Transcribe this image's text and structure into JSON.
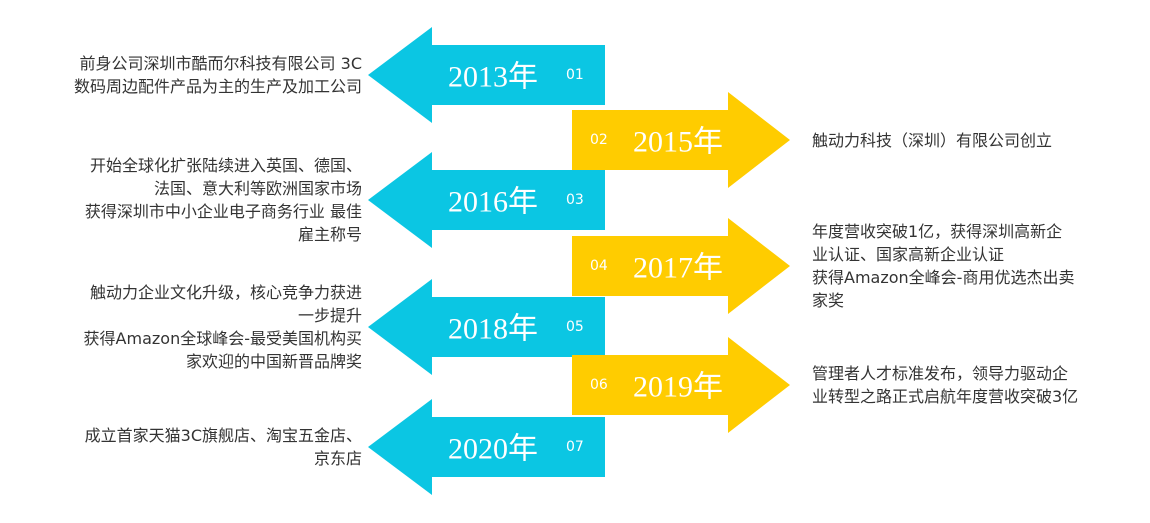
{
  "colors": {
    "left_arrow": "#0BC6E3",
    "right_arrow": "#FFCC00",
    "text": "#333333",
    "label": "#FFFFFF"
  },
  "milestones": [
    {
      "num": "01",
      "year": "2013年",
      "side": "left",
      "lines": [
        "前身公司深圳市酷而尔科技有限公司 3C",
        "数码周边配件产品为主的生产及加工公司"
      ]
    },
    {
      "num": "02",
      "year": "2015年",
      "side": "right",
      "lines": [
        "触动力科技（深圳）有限公司创立"
      ]
    },
    {
      "num": "03",
      "year": "2016年",
      "side": "left",
      "lines": [
        "开始全球化扩张陆续进入英国、德国、",
        "法国、意大利等欧洲国家市场",
        "获得深圳市中小企业电子商务行业 最佳",
        "雇主称号"
      ]
    },
    {
      "num": "04",
      "year": "2017年",
      "side": "right",
      "lines": [
        "年度营收突破1亿，获得深圳高新企",
        "业认证、国家高新企业认证",
        "获得Amazon全峰会-商用优选杰出卖",
        "家奖"
      ]
    },
    {
      "num": "05",
      "year": "2018年",
      "side": "left",
      "lines": [
        "触动力企业文化升级，核心竞争力获进",
        "一步提升",
        "获得Amazon全球峰会-最受美国机构买",
        "家欢迎的中国新晋品牌奖"
      ]
    },
    {
      "num": "06",
      "year": "2019年",
      "side": "right",
      "lines": [
        "管理者人才标准发布，领导力驱动企",
        "业转型之路正式启航年度营收突破3亿"
      ]
    },
    {
      "num": "07",
      "year": "2020年",
      "side": "left",
      "lines": [
        "成立首家天猫3C旗舰店、淘宝五金店、",
        "京东店"
      ]
    }
  ]
}
